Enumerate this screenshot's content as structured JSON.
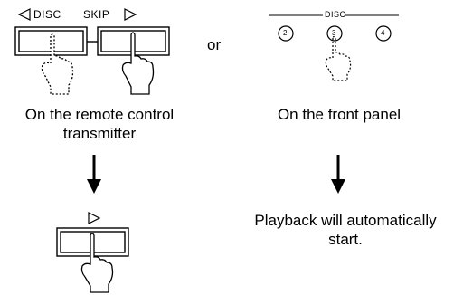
{
  "remote": {
    "disc_label": "DISC",
    "skip_label": "SKIP",
    "caption_line1": "On the remote control",
    "caption_line2": "transmitter"
  },
  "connector": {
    "or": "or"
  },
  "front_panel": {
    "disc_label": "DISC",
    "buttons": [
      "2",
      "3",
      "4"
    ],
    "caption": "On the front panel"
  },
  "result": {
    "caption_line1": "Playback will automatically",
    "caption_line2": "start."
  }
}
